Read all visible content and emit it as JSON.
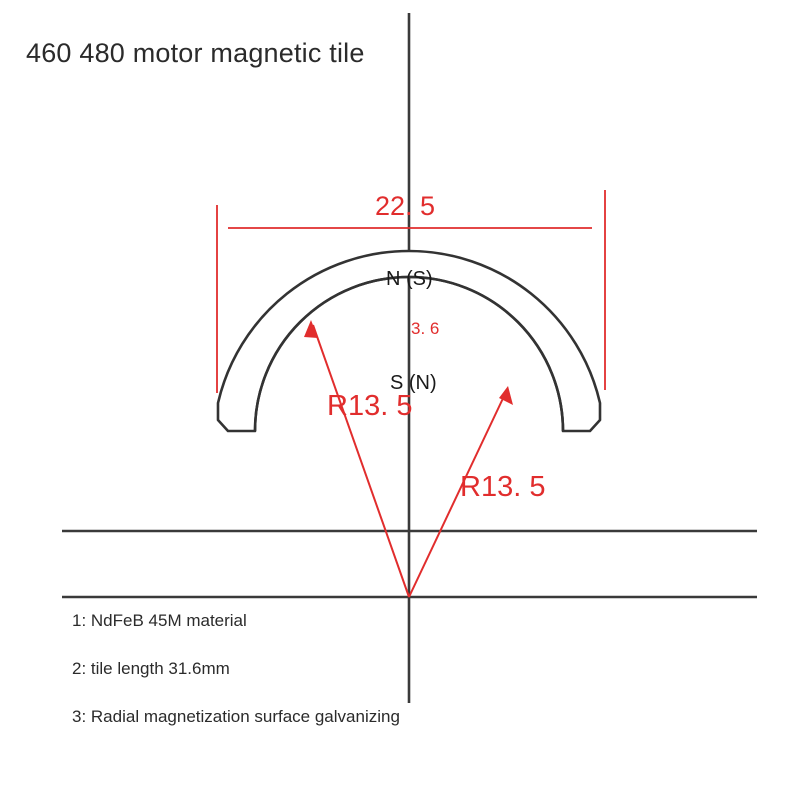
{
  "page": {
    "title": "460 480 motor magnetic tile",
    "background_color": "#ffffff"
  },
  "colors": {
    "dimension_red": "#e12d2d",
    "outline_black": "#333333",
    "text_black": "#2b2b2b"
  },
  "drawing": {
    "part_name": "motor magnetic tile",
    "poles": {
      "outer_label": "N (S)",
      "inner_label": "S (N)"
    },
    "dimensions": {
      "width_label": "22. 5",
      "thickness_label": "3. 6",
      "radius_label_left": "R13. 5",
      "radius_label_right": "R13. 5"
    }
  },
  "notes": [
    "1: NdFeB 45M material",
    "2: tile length 31.6mm",
    "3: Radial magnetization surface galvanizing"
  ],
  "chart_data": {
    "type": "diagram",
    "title": "460 480 motor magnetic tile",
    "subtype": "engineering-cross-section",
    "units": "mm",
    "annotations": [
      {
        "name": "arc-width",
        "label": "22. 5",
        "value": 22.5,
        "kind": "linear-dimension"
      },
      {
        "name": "wall-thickness",
        "label": "3. 6",
        "value": 3.6,
        "kind": "linear-dimension"
      },
      {
        "name": "outer-radius",
        "label": "R13. 5",
        "value": 13.5,
        "kind": "radius"
      },
      {
        "name": "inner-radius",
        "label": "R13. 5",
        "value": 13.5,
        "kind": "radius"
      },
      {
        "name": "outer-pole",
        "label": "N (S)",
        "kind": "pole-marking"
      },
      {
        "name": "inner-pole",
        "label": "S (N)",
        "kind": "pole-marking"
      }
    ],
    "notes": [
      "1: NdFeB 45M material",
      "2: tile length 31.6mm",
      "3: Radial magnetization surface galvanizing"
    ]
  }
}
